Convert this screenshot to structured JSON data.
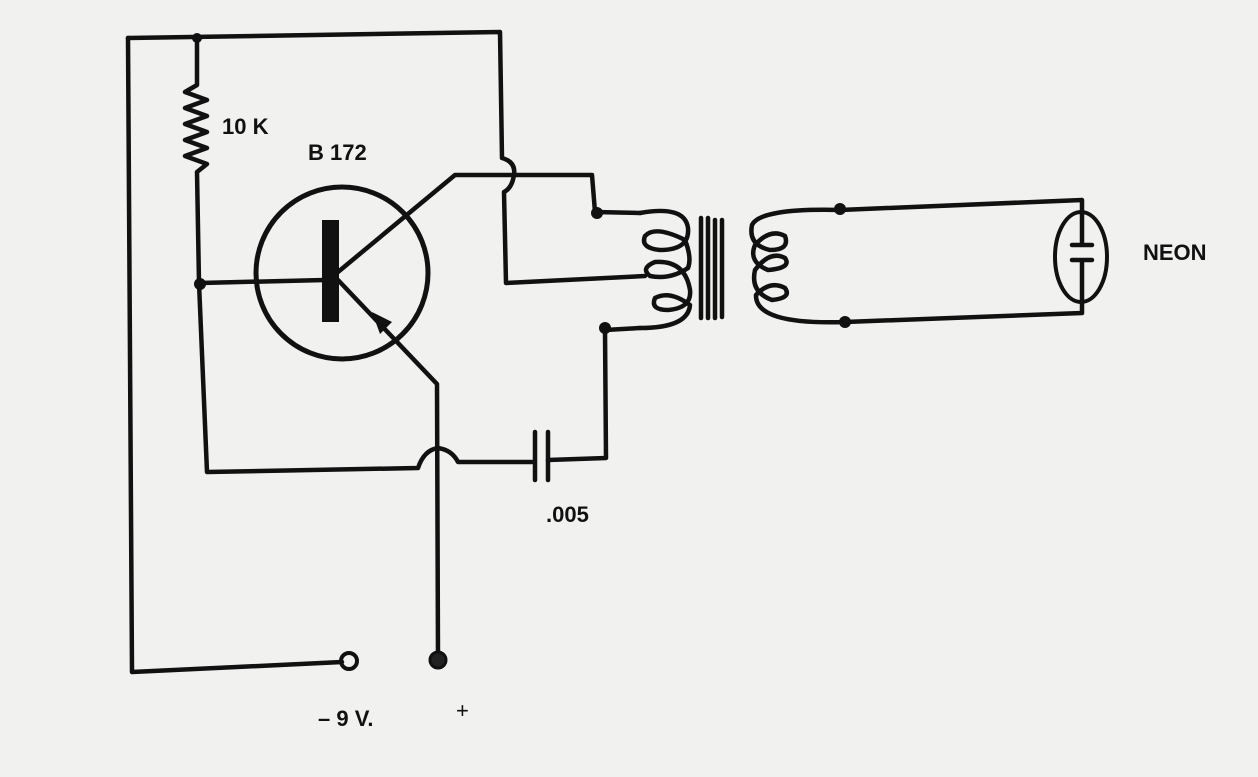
{
  "diagram": {
    "resistor_label": "10 K",
    "transistor_label": "B 172",
    "lamp_label": "NEON",
    "capacitor_label": ".005",
    "battery_negative_label": "– 9 V.",
    "battery_positive_label": "+"
  }
}
